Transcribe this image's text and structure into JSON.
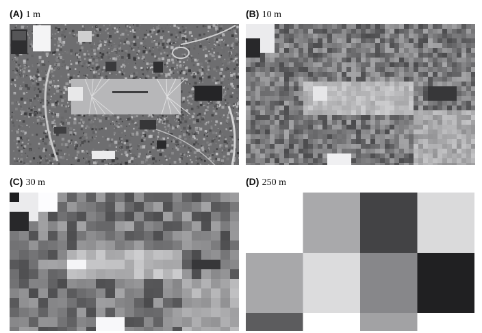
{
  "panels": [
    {
      "letter": "(A)",
      "resolution": "1 m",
      "kind": "aerial-photo-1m"
    },
    {
      "letter": "(B)",
      "resolution": "10 m",
      "kind": "aerial-photo-10m"
    },
    {
      "letter": "(C)",
      "resolution": "30 m",
      "kind": "pixelated-30m"
    },
    {
      "letter": "(D)",
      "resolution": "250 m",
      "kind": "pixelated-250m"
    }
  ],
  "grid_250m": {
    "rows": 3,
    "cols": 4,
    "colors": [
      [
        "#ffffff",
        "#a9a9ab",
        "#434345",
        "#dadadb"
      ],
      [
        "#a8a8aa",
        "#dcdcdd",
        "#87878a",
        "#202022"
      ],
      [
        "#5c5c5e",
        "#ffffff",
        "#a2a2a4",
        "#ffffff"
      ]
    ]
  }
}
